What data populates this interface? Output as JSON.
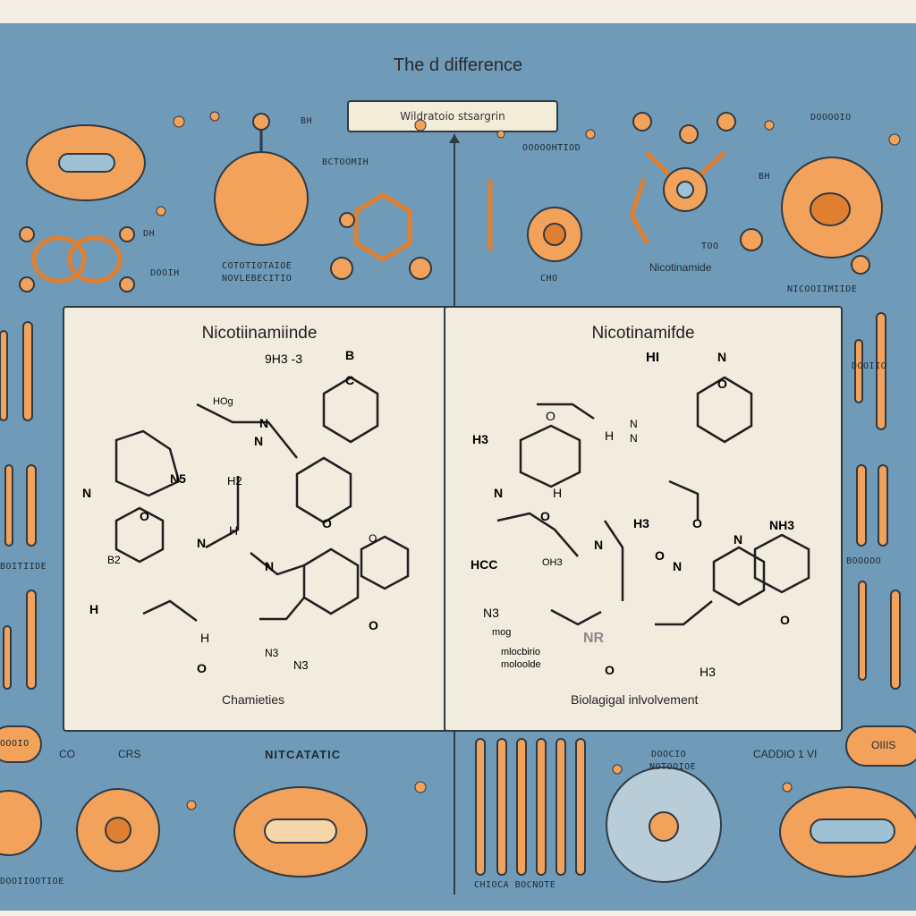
{
  "header": {
    "title": "The d difference",
    "subtitle_box": "Wildratoio stsargrin"
  },
  "left_panel": {
    "title": "Nicotiinamiinde",
    "caption": "Chamieties"
  },
  "right_panel": {
    "title": "Nicotinamifde",
    "caption": "Biolagigal inlvolvement"
  },
  "labels": {
    "top_left_a": "BH",
    "top_left_b": "BCTOOMIH",
    "top_left_c": "DH",
    "top_left_d": "DOOIH",
    "top_left_e": "COTOTIOTAIOE",
    "top_left_f": "NOVLEBECITIO",
    "top_right_a": "OOOOOHTIOD",
    "top_right_b": "DOOOOIO",
    "top_right_c": "BH",
    "top_right_d": "Nicotinamide",
    "top_right_e": "CHO",
    "top_right_f": "NICOOIIMIIDE",
    "top_right_g": "TOO",
    "side_left": "BOITIIDE",
    "side_right_a": "DOOIIO",
    "side_right_b": "BOOOOO",
    "bottom_left_a": "CO",
    "bottom_left_b": "CRS",
    "bottom_mid": "NITCATATIC",
    "bottom_left_c": "DOOIIOOTIOE",
    "bottom_right_a": "DOOCIO",
    "bottom_right_b": "NOTOOIOE",
    "bottom_right_c": "CADDIO 1 VI",
    "bottom_right_d": "CHIOCA BOCNOTE",
    "pill_left": "OOOIO",
    "pill_right": "OIIIS"
  },
  "left_chem": {
    "a1": "9H3 -3",
    "a2": "B",
    "a3": "C",
    "a4": "HOg",
    "a5": "N",
    "a6": "N",
    "a7": "N5",
    "a8": "N",
    "a9": "O",
    "a10": "B2",
    "a11": "H",
    "a12": "H2",
    "a13": "N",
    "a14": "H",
    "a15": "N",
    "a16": "H",
    "a17": "O",
    "a18": "O",
    "a19": "O",
    "a20": "N3",
    "a21": "O",
    "a22": "N3"
  },
  "right_chem": {
    "b1": "HI",
    "b2": "N",
    "b3": "O",
    "b4": "O",
    "b5": "H3",
    "b6": "H",
    "b7": "N",
    "b8": "N",
    "b9": "N",
    "b10": "H",
    "b11": "O",
    "b12": "H3",
    "b13": "NH3",
    "b14": "HCC",
    "b15": "OH3",
    "b16": "N",
    "b17": "O",
    "b18": "N",
    "b19": "O",
    "b20": "N3",
    "b21": "N",
    "b22": "O",
    "b23": "mog",
    "b24": "H3",
    "b25": "O",
    "b26": "NR",
    "b27": "mlocbirio",
    "b28": "moloolde"
  },
  "colors": {
    "background": "#6f9ab8",
    "card": "#f2ecde",
    "cell": "#f2a25a",
    "cell_dark": "#e07f2f",
    "outline": "#2f3a44",
    "vacuole": "#9fc1d4",
    "grey_cell": "#b9cdd8"
  }
}
